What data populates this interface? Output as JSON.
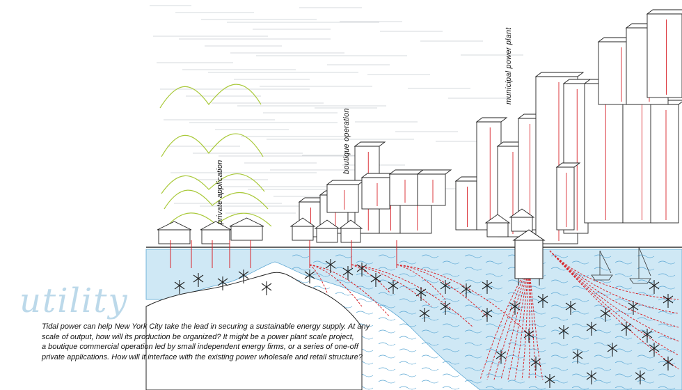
{
  "labels": {
    "private": "private application",
    "boutique": "boutique operation",
    "municipal": "municipal power plant"
  },
  "title": "utility",
  "body_lines": [
    "Tidal power can help New York City take the lead in securing a sustainable energy supply.  At any",
    "scale of output, how will its production be organized?  It might be a power plant scale project,",
    "a boutique commercial operation led by small independent energy firms, or a series of one-off",
    "private applications. How will it interface with the existing power wholesale and retail structure?"
  ],
  "colors": {
    "water": "#cfe8f5",
    "water_line": "#5aa6d3",
    "cable": "#d8232a",
    "hills": "#a9c93a",
    "title": "#bcd9ea",
    "ink": "#222222"
  }
}
